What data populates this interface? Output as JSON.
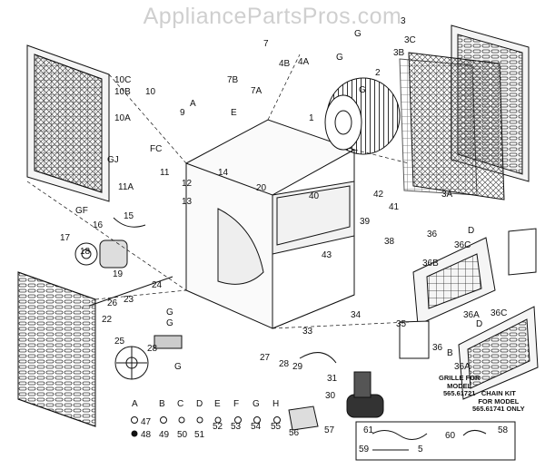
{
  "watermark": "AppliancePartsPros.com",
  "notes": {
    "grille_l1": "GRILLE FOR",
    "grille_l2": "MODEL",
    "grille_l3": "565.61721",
    "chain_l1": "CHAIN KIT",
    "chain_l2": "FOR MODEL",
    "chain_l3": "565.61741 ONLY"
  },
  "labels": {
    "l10C": "10C",
    "l10B": "10B",
    "l10": "10",
    "l10A": "10A",
    "l7": "7",
    "l7B": "7B",
    "l7A": "7A",
    "l9": "9",
    "lA1": "A",
    "lE1": "E",
    "l4B": "4B",
    "l4A": "4A",
    "lG1": "G",
    "lG2": "G",
    "l1": "1",
    "l2": "2",
    "lG3": "G",
    "l3": "3",
    "l3C": "3C",
    "l3B": "3B",
    "l3A": "3A",
    "lFC": "FC",
    "lGJ": "GJ",
    "l11": "11",
    "l11A": "11A",
    "lGF": "GF",
    "l14": "14",
    "l12": "12",
    "l13": "13",
    "l20": "20",
    "l40": "40",
    "l42": "42",
    "l41": "41",
    "l39": "39",
    "l38": "38",
    "l43": "43",
    "l15": "15",
    "l16": "16",
    "l17": "17",
    "l18": "18",
    "l19": "19",
    "l24": "24",
    "l26": "26",
    "l23": "23",
    "l22": "22",
    "lG4": "G",
    "lG5": "G",
    "lG6": "G",
    "l25": "25",
    "l28a": "28",
    "l27": "27",
    "l28b": "28",
    "l29": "29",
    "l33": "33",
    "l34": "34",
    "l35": "35",
    "l36a": "36",
    "lD1": "D",
    "l36C1": "36C",
    "l36B1": "36B",
    "l36A1": "36A",
    "l36A2": "36A",
    "l36C2": "36C",
    "lD2": "D",
    "l36b": "36",
    "lB1": "B",
    "l31": "31",
    "l30": "30",
    "l57": "57",
    "l56": "56",
    "kA": "A",
    "kB": "B",
    "kC": "C",
    "kD": "D",
    "kE": "E",
    "kF": "F",
    "kG": "G",
    "kH": "H",
    "k47": "47",
    "k48": "48",
    "k49": "49",
    "k50": "50",
    "k51": "51",
    "k52": "52",
    "k53": "53",
    "k54": "54",
    "k55": "55",
    "c61": "61",
    "c60": "60",
    "c58": "58",
    "c59": "59",
    "c5": "5"
  }
}
